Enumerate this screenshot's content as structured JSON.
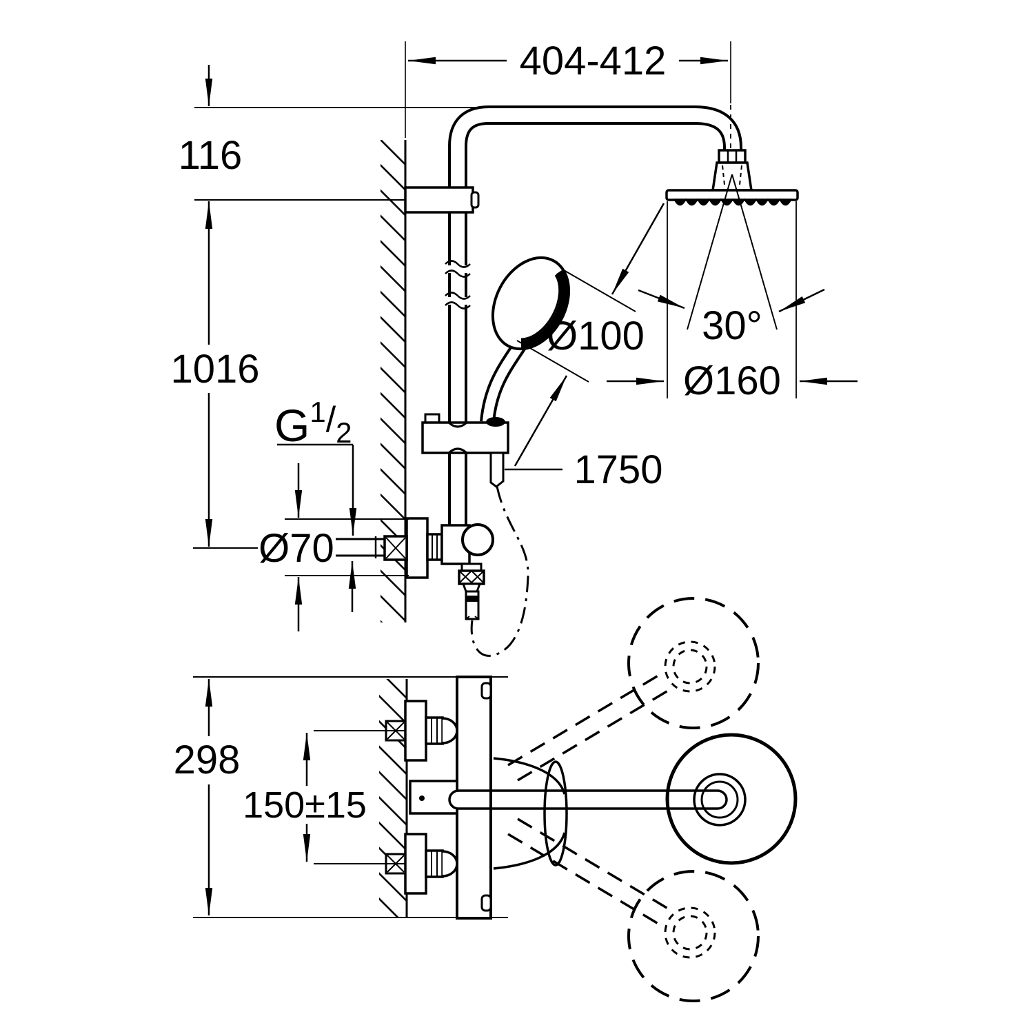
{
  "colors": {
    "ink": "#000000",
    "background": "#ffffff"
  },
  "side_view": {
    "top_span": "404-412",
    "arm_to_bracket": "116",
    "bracket_to_valve": "1016",
    "thread": {
      "base": "G",
      "numerator": "1",
      "slash": "/",
      "denominator": "2"
    },
    "escutcheon_diameter": "Ø70",
    "hand_shower_diameter": "Ø100",
    "spray_angle": "30°",
    "head_shower_diameter": "Ø160",
    "hose_length": "1750"
  },
  "top_view": {
    "body_height": "298",
    "connection_centers": "150±15"
  }
}
